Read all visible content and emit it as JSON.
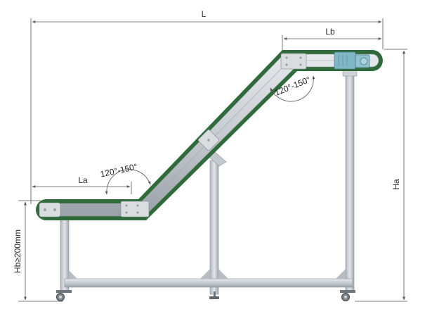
{
  "dimensions": {
    "total_length": "L",
    "lower_section_length": "La",
    "upper_section_length": "Lb",
    "upper_height": "Ha",
    "lower_height": "Hb≥200mm"
  },
  "angles": {
    "lower_bend": "120°-150°",
    "upper_bend": "120°-150°"
  },
  "colors": {
    "belt": "#2f6b3a",
    "frame": "#c9ced3",
    "frame_edge": "#8d949b",
    "motor": "#7fb7c6",
    "dimension_line": "#555555"
  },
  "icons": [
    "motor-icon",
    "caster-wheel-icon",
    "leveling-foot-icon"
  ]
}
